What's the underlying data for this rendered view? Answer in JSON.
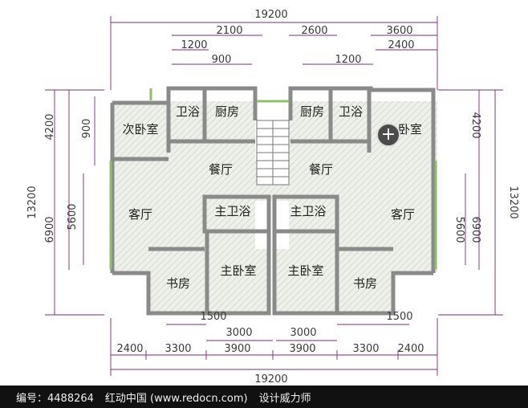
{
  "dimensions": {
    "top_total": "19200",
    "top_row1": [
      "2100",
      "2600",
      "3600"
    ],
    "top_row2": [
      "1200",
      "2400"
    ],
    "top_row3": [
      "900",
      "1200"
    ],
    "bottom_total": "19200",
    "bottom_row1": [
      "2400",
      "3300",
      "3900",
      "3900",
      "3300",
      "2400"
    ],
    "bottom_row2": [
      "3000",
      "3000"
    ],
    "bottom_row3": [
      "1500",
      "1500"
    ],
    "left": [
      "13200",
      "4200",
      "900",
      "6900",
      "5600"
    ],
    "right": [
      "4200",
      "13200",
      "5600",
      "6900"
    ]
  },
  "rooms": {
    "left": {
      "secondary_bedroom": "次卧室",
      "bath": "卫浴",
      "kitchen": "厨房",
      "dining": "餐厅",
      "living": "客厅",
      "master_bath": "主卫浴",
      "study": "书房",
      "master_bedroom": "主卧室"
    },
    "right": {
      "kitchen": "厨房",
      "bath": "卫浴",
      "bedroom_partial": "卧室",
      "dining": "餐厅",
      "living": "客厅",
      "master_bath": "主卫浴",
      "master_bedroom": "主卧室",
      "study": "书房"
    }
  },
  "footer": {
    "id_text": "编号：4488264",
    "site_text": "红动中国 (www.redocn.com)",
    "slogan": "设计威力师"
  },
  "zoom_icon": "plus-icon",
  "colors": {
    "wall": "#8a8a8a",
    "floor": "#e9ece6",
    "dim_line": "#7a2a7a",
    "green_wall": "#8fbf6a"
  }
}
